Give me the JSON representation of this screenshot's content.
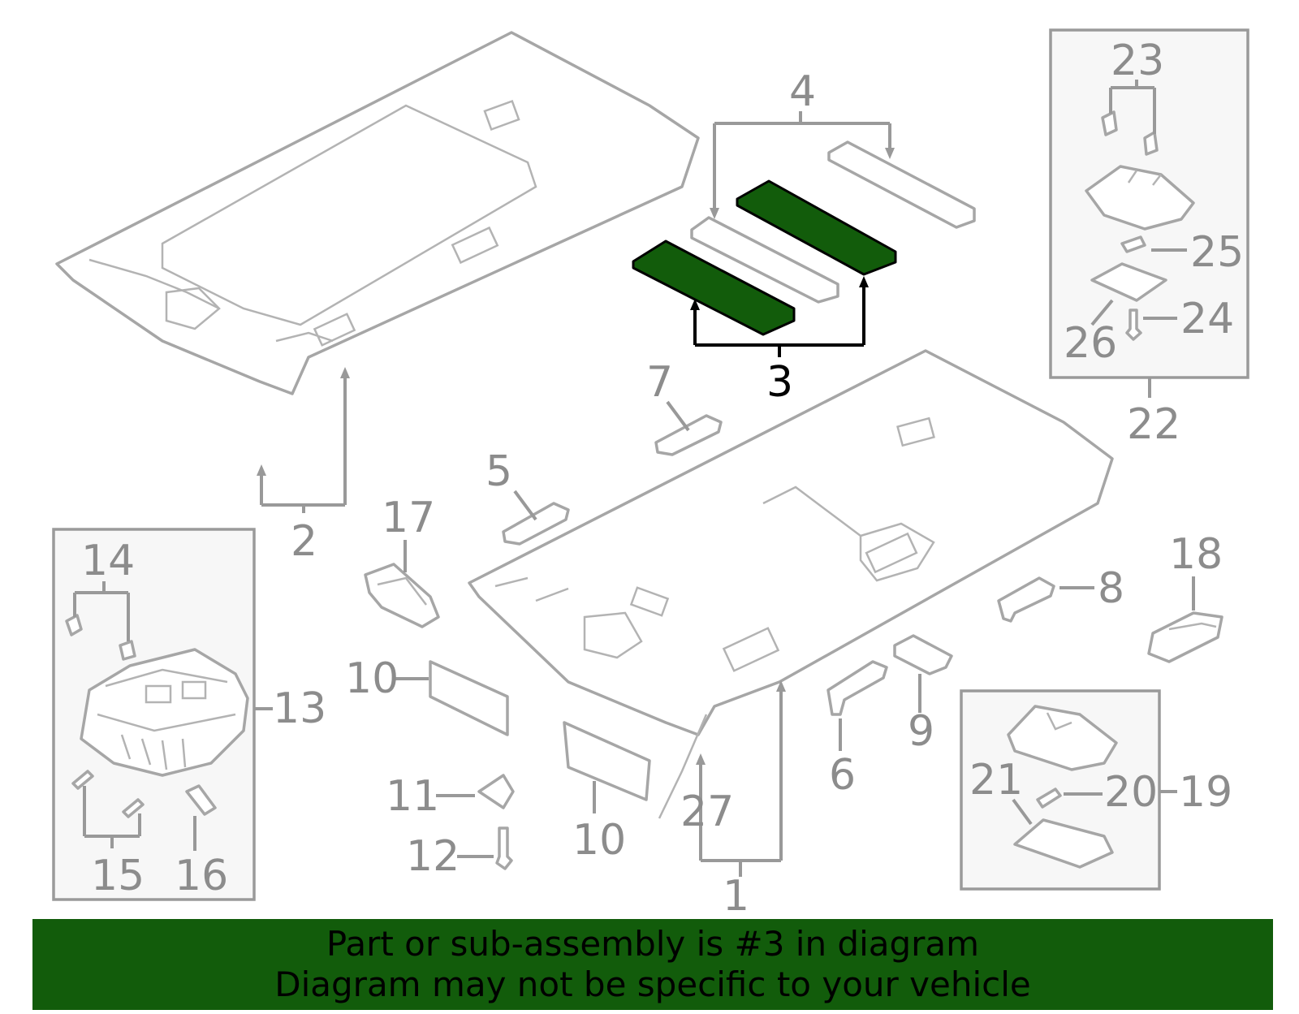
{
  "colors": {
    "highlight": "#125c0b",
    "line": "#999999",
    "label": "#8c8c8c",
    "banner_text": "#000000"
  },
  "labels": {
    "l1": "1",
    "l2": "2",
    "l3": "3",
    "l4": "4",
    "l5": "5",
    "l6": "6",
    "l7": "7",
    "l8": "8",
    "l9": "9",
    "l10a": "10",
    "l10b": "10",
    "l11": "11",
    "l12": "12",
    "l13": "13",
    "l14": "14",
    "l15": "15",
    "l16": "16",
    "l17": "17",
    "l18": "18",
    "l19": "19",
    "l20": "20",
    "l21": "21",
    "l22": "22",
    "l23": "23",
    "l24": "24",
    "l25": "25",
    "l26": "26",
    "l27": "27"
  },
  "highlighted_part": "3",
  "banner": {
    "line1": "Part or sub-assembly is #3 in diagram",
    "line2": "Diagram may not be specific to your vehicle"
  }
}
